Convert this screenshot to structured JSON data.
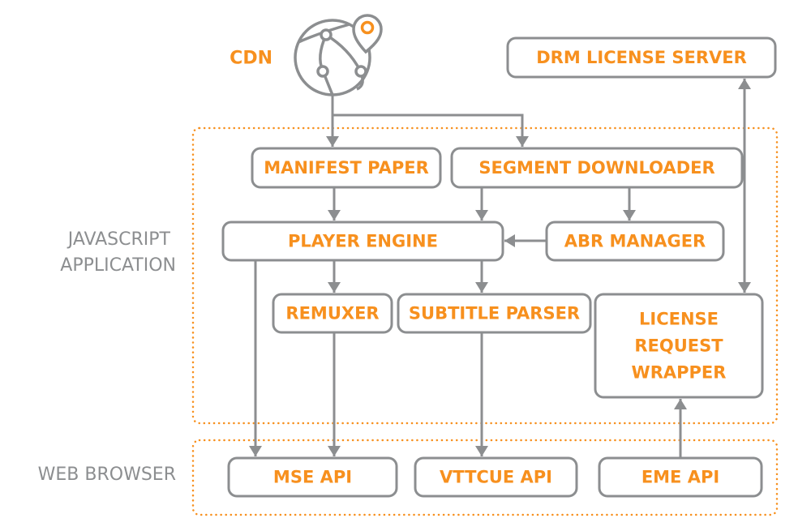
{
  "colors": {
    "accent": "#f7901e",
    "line": "#8c8e90",
    "background": "#ffffff"
  },
  "cdn": {
    "label": "CDN",
    "icon": "globe-network-pin-icon"
  },
  "groups": [
    {
      "id": "javascript-application",
      "label_lines": [
        "JAVASCRIPT",
        "APPLICATION"
      ]
    },
    {
      "id": "web-browser",
      "label_lines": [
        "WEB BROWSER"
      ]
    }
  ],
  "nodes": {
    "drm_license_server": {
      "label_lines": [
        "DRM LICENSE SERVER"
      ]
    },
    "manifest_paper": {
      "label_lines": [
        "MANIFEST PAPER"
      ]
    },
    "segment_downloader": {
      "label_lines": [
        "SEGMENT DOWNLOADER"
      ]
    },
    "player_engine": {
      "label_lines": [
        "PLAYER ENGINE"
      ]
    },
    "abr_manager": {
      "label_lines": [
        "ABR MANAGER"
      ]
    },
    "remuxer": {
      "label_lines": [
        "REMUXER"
      ]
    },
    "subtitle_parser": {
      "label_lines": [
        "SUBTITLE PARSER"
      ]
    },
    "license_request_wrapper": {
      "label_lines": [
        "LICENSE",
        "REQUEST",
        "WRAPPER"
      ]
    },
    "mse_api": {
      "label_lines": [
        "MSE API"
      ]
    },
    "vttcue_api": {
      "label_lines": [
        "VTTCUE API"
      ]
    },
    "eme_api": {
      "label_lines": [
        "EME API"
      ]
    }
  },
  "edges": [
    {
      "from": "cdn",
      "to": "manifest_paper"
    },
    {
      "from": "cdn",
      "to": "segment_downloader"
    },
    {
      "from": "manifest_paper",
      "to": "player_engine"
    },
    {
      "from": "segment_downloader",
      "to": "player_engine"
    },
    {
      "from": "segment_downloader",
      "to": "abr_manager"
    },
    {
      "from": "abr_manager",
      "to": "player_engine"
    },
    {
      "from": "player_engine",
      "to": "remuxer"
    },
    {
      "from": "player_engine",
      "to": "subtitle_parser"
    },
    {
      "from": "player_engine",
      "to": "mse_api"
    },
    {
      "from": "remuxer",
      "to": "mse_api"
    },
    {
      "from": "subtitle_parser",
      "to": "vttcue_api"
    },
    {
      "from": "eme_api",
      "to": "license_request_wrapper"
    },
    {
      "from": "license_request_wrapper",
      "to": "drm_license_server",
      "bidirectional": true
    }
  ]
}
